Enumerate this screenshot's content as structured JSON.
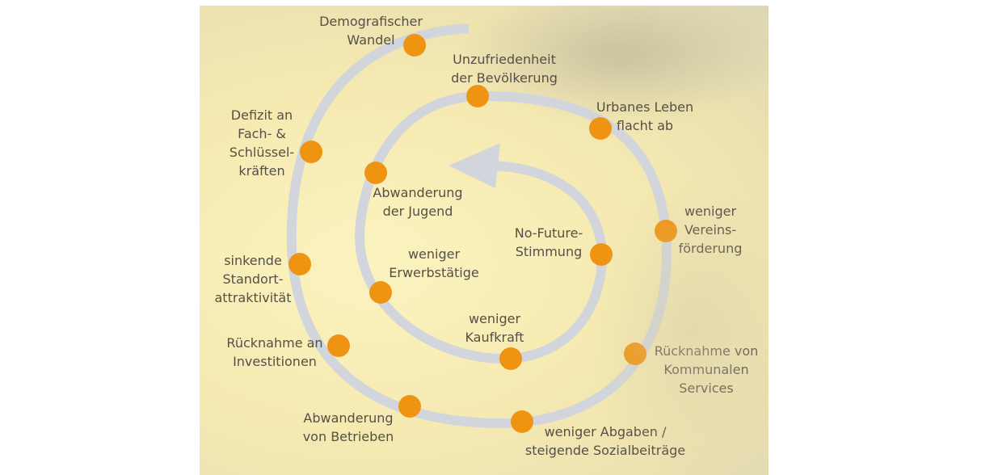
{
  "diagram": {
    "colors": {
      "spiral": "#d2d6dc",
      "node": "#ef9412",
      "text": "#555047"
    },
    "labels": {
      "demografischer_wandel": "Demografischer\nWandel",
      "unzufriedenheit": "Unzufriedenheit\nder Bevölkerung",
      "urbanes_leben": "Urbanes Leben\nflacht ab",
      "vereinsfoerderung": "weniger\nVereins-\nförderung",
      "kommunale_services": "Rücknahme von\nKommunalen\nServices",
      "abgaben": "weniger Abgaben /\nsteigende Sozialbeiträge",
      "abwanderung_betriebe": "Abwanderung\nvon Betrieben",
      "investitionen": "Rücknahme an\nInvestitionen",
      "standort": "sinkende\nStandort-\nattraktivität",
      "fachkraefte": "Defizit an\nFach- &\nSchlüssel-\nkräften",
      "abwanderung_jugend": "Abwanderung\nder Jugend",
      "erwerbstaetige": "weniger\nErwerbstätige",
      "kaufkraft": "weniger\nKaufkraft",
      "no_future": "No-Future-\nStimmung"
    }
  }
}
